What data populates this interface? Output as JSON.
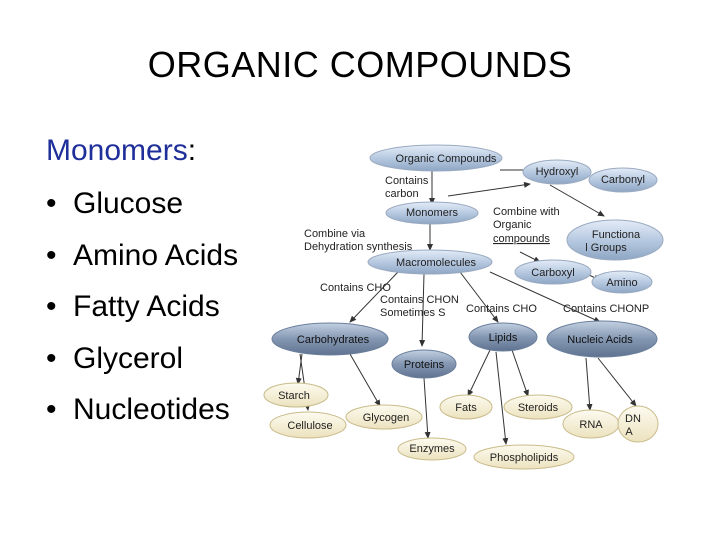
{
  "slide": {
    "title": "ORGANIC COMPOUNDS"
  },
  "monomers": {
    "heading": "Monomers",
    "colon": ":",
    "bullet": "•",
    "items": [
      "Glucose",
      "Amino Acids",
      "Fatty Acids",
      "Glycerol",
      "Nucleotides"
    ]
  },
  "concept_map": {
    "nodes": {
      "organic_compounds": "Organic Compounds",
      "hydroxyl": "Hydroxyl",
      "carbonyl": "Carbonyl",
      "monomers": "Monomers",
      "functional_groups_1": "Functiona",
      "functional_groups_2": "l Groups",
      "macromolecules": "Macromolecules",
      "carboxyl": "Carboxyl",
      "amino": "Amino",
      "carbohydrates": "Carbohydrates",
      "lipids": "Lipids",
      "nucleic_acids": "Nucleic Acids",
      "proteins": "Proteins",
      "starch": "Starch",
      "cellulose": "Cellulose",
      "glycogen": "Glycogen",
      "fats": "Fats",
      "steroids": "Steroids",
      "rna": "RNA",
      "dna_1": "DN",
      "dna_2": "A",
      "enzymes": "Enzymes",
      "phospholipids": "Phospholipids"
    },
    "labels": {
      "contains_carbon_1": "Contains",
      "contains_carbon_2": "carbon",
      "combine_with_1": "Combine with",
      "combine_with_2": "Organic",
      "combine_with_3": "compounds",
      "combine_via_1": "Combine via",
      "combine_via_2": "Dehydration synthesis",
      "contains_cho_left": "Contains CHO",
      "contains_chon_1": "Contains CHON",
      "contains_chon_2": "Sometimes S",
      "contains_cho_right": "Contains CHO",
      "contains_chonp": "Contains CHONP"
    }
  }
}
